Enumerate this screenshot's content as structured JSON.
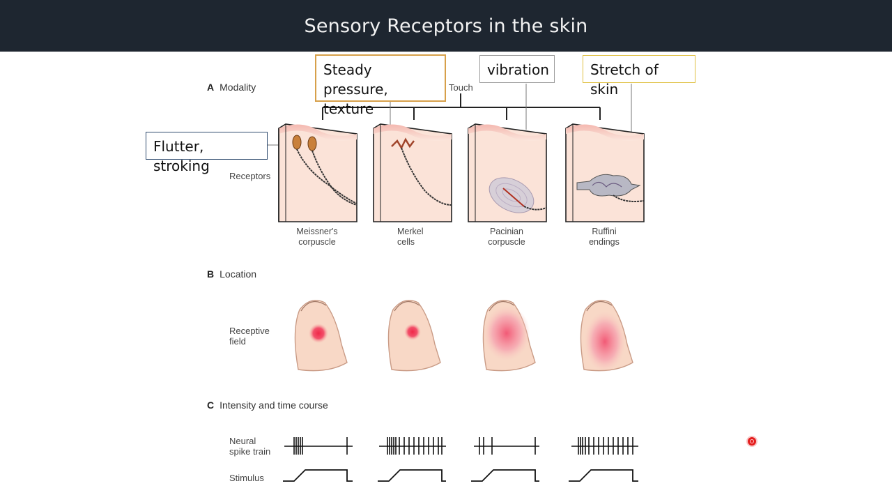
{
  "slide": {
    "title": "Sensory Receptors in the skin"
  },
  "callouts": {
    "steady_pressure": "Steady pressure, texture",
    "vibration": "vibration",
    "stretch": "Stretch of skin",
    "flutter": "Flutter, stroking"
  },
  "colors": {
    "title_bar": "#1e2630",
    "steady_border": "#d7a04a",
    "vibration_border": "#9a9a9a",
    "stretch_border": "#e0c040",
    "flutter_border": "#2e4a6e",
    "skin": "#f6d6c8",
    "receptive_field": "#f03a5a"
  },
  "sections": {
    "a": {
      "letter": "A",
      "label": "Modality"
    },
    "b": {
      "letter": "B",
      "label": "Location"
    },
    "c": {
      "letter": "C",
      "label": "Intensity and time course"
    }
  },
  "labels": {
    "touch": "Touch",
    "receptors": "Receptors",
    "receptive_field_1": "Receptive",
    "receptive_field_2": "field",
    "spike_train_1": "Neural",
    "spike_train_2": "spike train",
    "stimulus": "Stimulus"
  },
  "receptors": [
    {
      "line1": "Meissner's",
      "line2": "corpuscle"
    },
    {
      "line1": "Merkel",
      "line2": "cells"
    },
    {
      "line1": "Pacinian",
      "line2": "corpuscle"
    },
    {
      "line1": "Ruffini",
      "line2": "endings"
    }
  ]
}
